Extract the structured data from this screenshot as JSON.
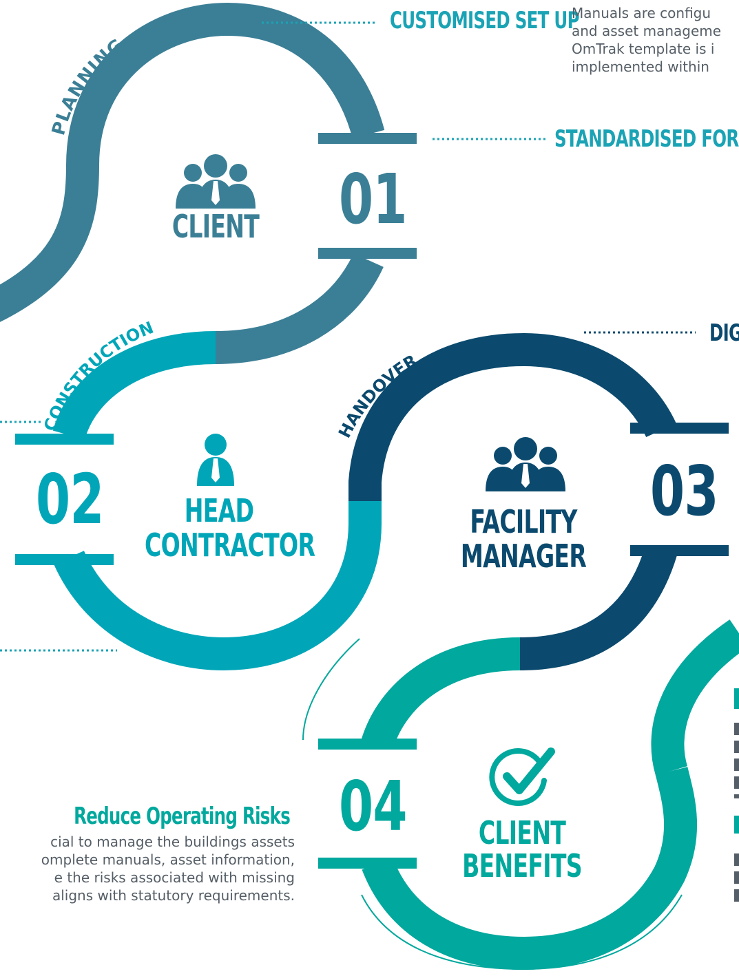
{
  "colors": {
    "planning": "#3b7f96",
    "construction": "#00a6b8",
    "handover": "#0b4a6e",
    "benefits": "#00a89d",
    "dots": "#1aa3b5",
    "dots_dark": "#0b4a6e",
    "body_text": "#555e66"
  },
  "stages": [
    {
      "number": "01",
      "phase": "PLANNING",
      "role": "CLIENT",
      "icon": "group-icon"
    },
    {
      "number": "02",
      "phase": "CONSTRUCTION",
      "role_line1": "HEAD",
      "role_line2": "CONTRACTOR",
      "icon": "person-icon"
    },
    {
      "number": "03",
      "phase": "HANDOVER",
      "role_line1": "FACILITY",
      "role_line2": "MANAGER",
      "icon": "group-icon"
    },
    {
      "number": "04",
      "role_line1": "CLIENT",
      "role_line2": "BENEFITS",
      "icon": "checkmark-icon"
    }
  ],
  "callouts": {
    "customised": {
      "title": "CUSTOMISED SET UP",
      "lines": [
        "Manuals are configu",
        "and asset manageme",
        "OmTrak template is i",
        "implemented within"
      ]
    },
    "standardised": {
      "title": "STANDARDISED FORMA"
    },
    "digi": {
      "title": "DIGI"
    },
    "risks": {
      "title": "Reduce Operating Risks",
      "lines": [
        "cial to manage the buildings assets",
        "omplete manuals, asset information,",
        "e the risks associated with missing",
        "aligns with statutory requirements."
      ]
    }
  }
}
